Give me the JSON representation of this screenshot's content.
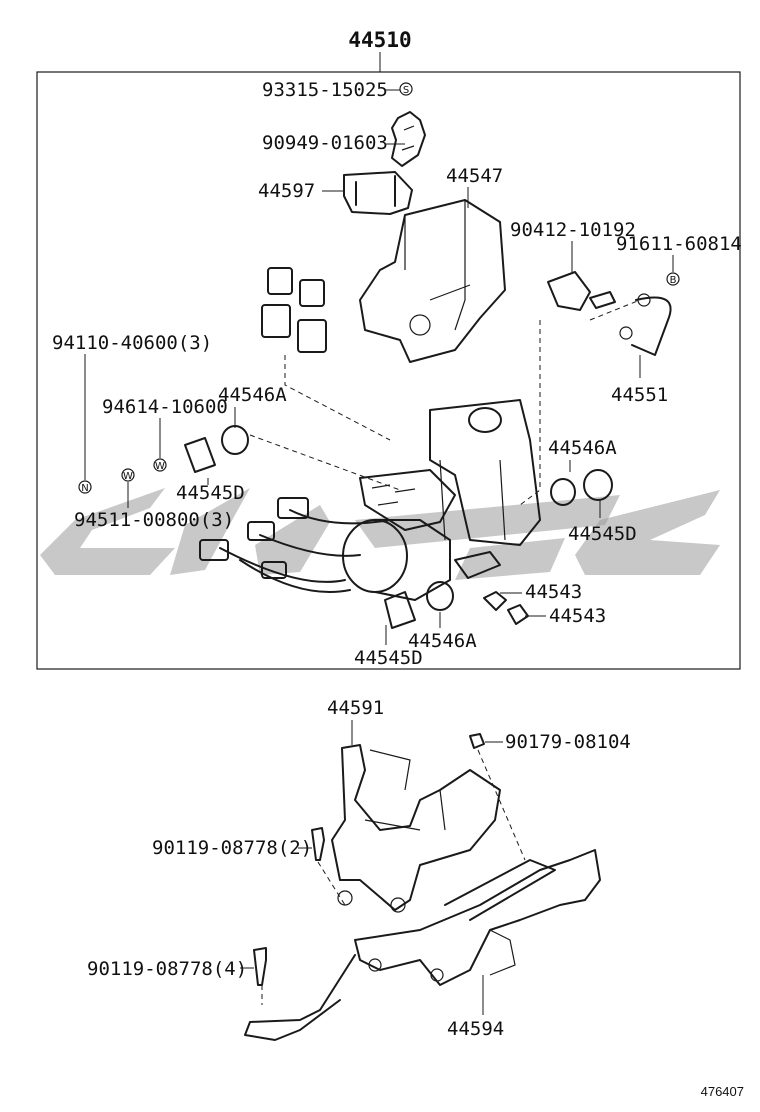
{
  "assembly": {
    "number": "44510",
    "parts": [
      {
        "id": "93315-15025",
        "label": "93315-15025",
        "symbol": "S"
      },
      {
        "id": "90949-01603",
        "label": "90949-01603"
      },
      {
        "id": "44597",
        "label": "44597"
      },
      {
        "id": "44547",
        "label": "44547"
      },
      {
        "id": "90412-10192",
        "label": "90412-10192"
      },
      {
        "id": "91611-60814",
        "label": "91611-60814",
        "symbol": "B"
      },
      {
        "id": "94110-40600",
        "label": "94110-40600(3)",
        "symbol": "N"
      },
      {
        "id": "94614-10600",
        "label": "94614-10600",
        "symbol": "W"
      },
      {
        "id": "44546A-left",
        "label": "44546A"
      },
      {
        "id": "44545D-left",
        "label": "44545D"
      },
      {
        "id": "94511-00800",
        "label": "94511-00800(3)",
        "symbol": "W"
      },
      {
        "id": "44551",
        "label": "44551"
      },
      {
        "id": "44546A-right",
        "label": "44546A"
      },
      {
        "id": "44545D-right",
        "label": "44545D"
      },
      {
        "id": "44543-a",
        "label": "44543"
      },
      {
        "id": "44543-b",
        "label": "44543"
      },
      {
        "id": "44546A-bottom",
        "label": "44546A"
      },
      {
        "id": "44545D-bottom",
        "label": "44545D"
      }
    ]
  },
  "bracket_section": {
    "parts": [
      {
        "id": "44591",
        "label": "44591"
      },
      {
        "id": "90179-08104",
        "label": "90179-08104"
      },
      {
        "id": "90119-08778-a",
        "label": "90119-08778(2)"
      },
      {
        "id": "90119-08778-b",
        "label": "90119-08778(4)"
      },
      {
        "id": "44594",
        "label": "44594"
      }
    ]
  },
  "reference_number": "476407",
  "colors": {
    "line": "#1a1a1a",
    "watermark": "#9b9b9b",
    "background": "#ffffff"
  }
}
